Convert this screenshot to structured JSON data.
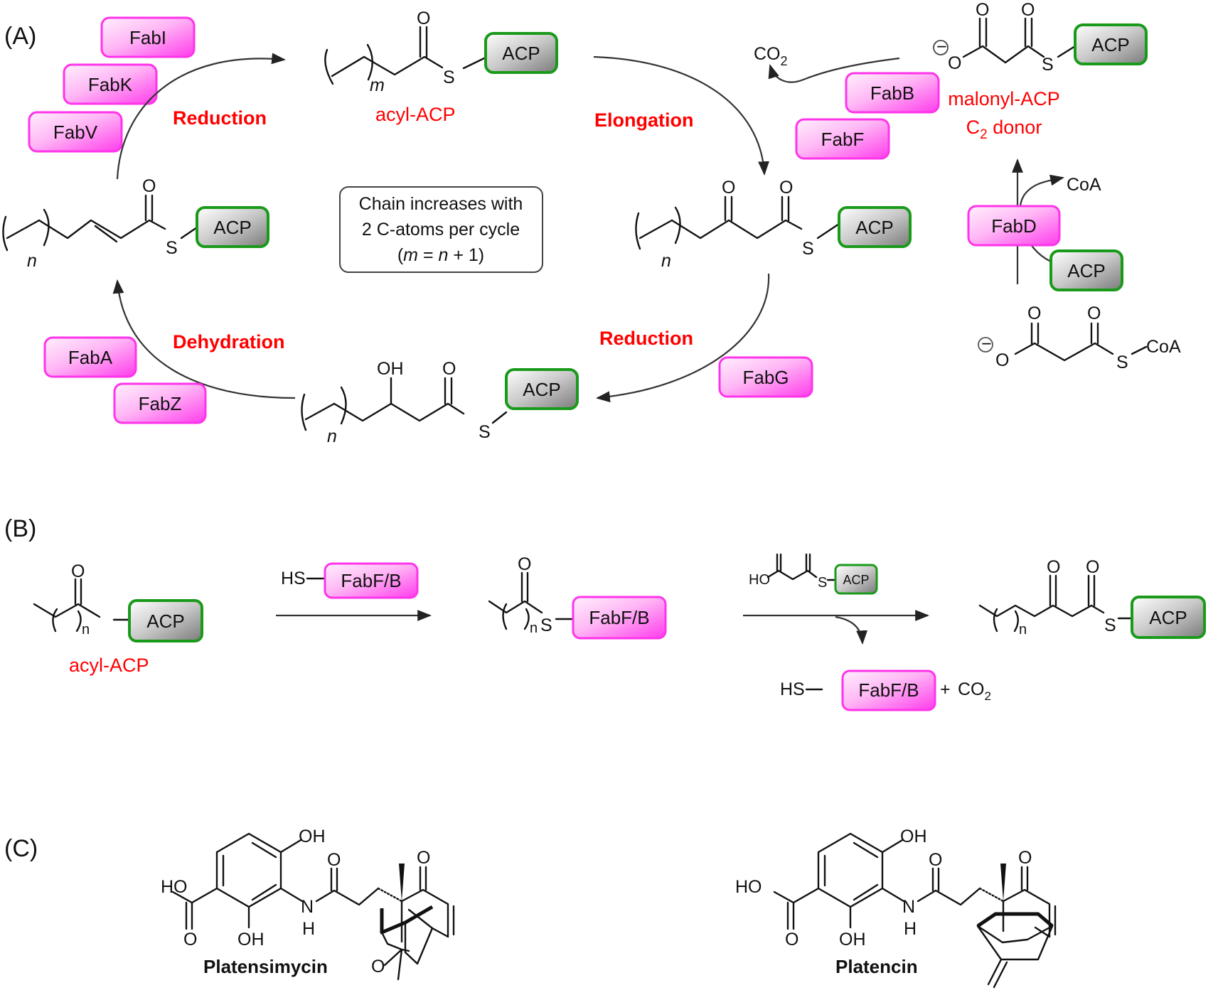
{
  "figure": {
    "panels": {
      "a": "(A)",
      "b": "(B)",
      "c": "(C)"
    },
    "colors": {
      "enzyme_fill": "#ff44ee",
      "enzyme_light": "#ffe0fb",
      "acp_border": "#1a9a1a",
      "acp_fill": "#a8a8a8",
      "label_red": "#ff0000"
    },
    "panel_a": {
      "steps": {
        "reduction_top": "Reduction",
        "elongation": "Elongation",
        "reduction_bottom": "Reduction",
        "dehydration": "Dehydration"
      },
      "enzymes": {
        "fabi": "FabI",
        "fabk": "FabK",
        "fabv": "FabV",
        "fabb": "FabB",
        "fabf": "FabF",
        "fabd": "FabD",
        "faba": "FabA",
        "fabz": "FabZ",
        "fabg": "FabG"
      },
      "acp": "ACP",
      "acyl_acp_label": "acyl-ACP",
      "malonyl_label_1": "malonyl-ACP",
      "malonyl_label_2_prefix": "C",
      "malonyl_label_2_sub": "2",
      "malonyl_label_2_suffix": " donor",
      "co2": "CO",
      "co2_sub": "2",
      "coa": "CoA",
      "s_coa": "CoA",
      "info_box": {
        "line1": "Chain increases with",
        "line2": "2 C-atoms per cycle",
        "line3_open": "(",
        "line3_m": "m",
        "line3_mid": " = ",
        "line3_n": "n",
        "line3_close": " + 1)"
      },
      "atoms": {
        "O": "O",
        "S": "S",
        "OH": "OH",
        "m": "m",
        "n": "n",
        "minus": "−"
      }
    },
    "panel_b": {
      "reagent_hs": "HS",
      "fabfb": "FabF/B",
      "acp": "ACP",
      "acyl_acp_label": "acyl-ACP",
      "ho": "HO",
      "s": "S",
      "n": "n",
      "plus": "+",
      "co2": "CO",
      "co2_sub": "2",
      "O": "O"
    },
    "panel_c": {
      "compound1": "Platensimycin",
      "compound2": "Platencin",
      "oh": "OH",
      "ho": "HO",
      "o": "O",
      "n": "N",
      "h": "H"
    }
  }
}
